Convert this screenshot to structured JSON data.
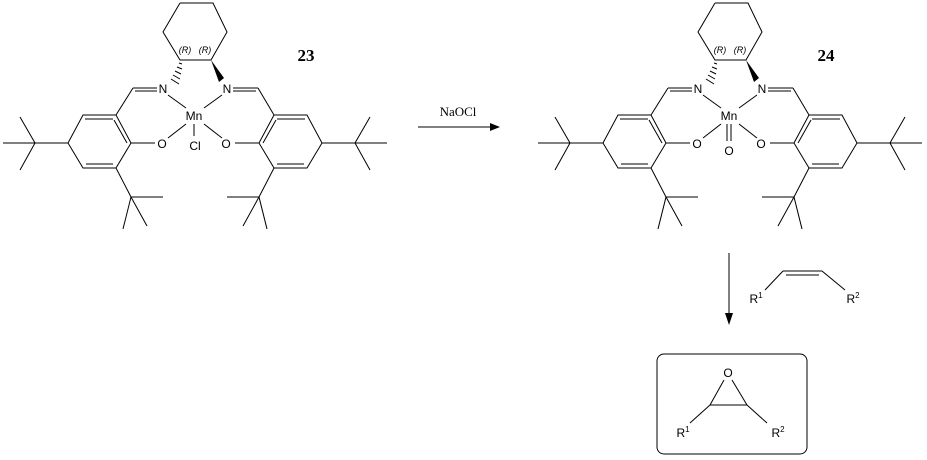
{
  "compounds": [
    {
      "number": "23",
      "metal": "Mn",
      "axial_ligand": "Cl",
      "stereo": [
        "(R)",
        "(R)"
      ],
      "atoms": {
        "n": "N",
        "o": "O"
      }
    },
    {
      "number": "24",
      "metal": "Mn",
      "axial_ligand": "O",
      "stereo": [
        "(R)",
        "(R)"
      ],
      "atoms": {
        "n": "N",
        "o": "O"
      }
    }
  ],
  "reagent": "NaOCl",
  "alkene": {
    "r1": "R",
    "r1_sup": "1",
    "r2": "R",
    "r2_sup": "2"
  },
  "epoxide": {
    "o": "O",
    "r1": "R",
    "r1_sup": "1",
    "r2": "R",
    "r2_sup": "2"
  }
}
